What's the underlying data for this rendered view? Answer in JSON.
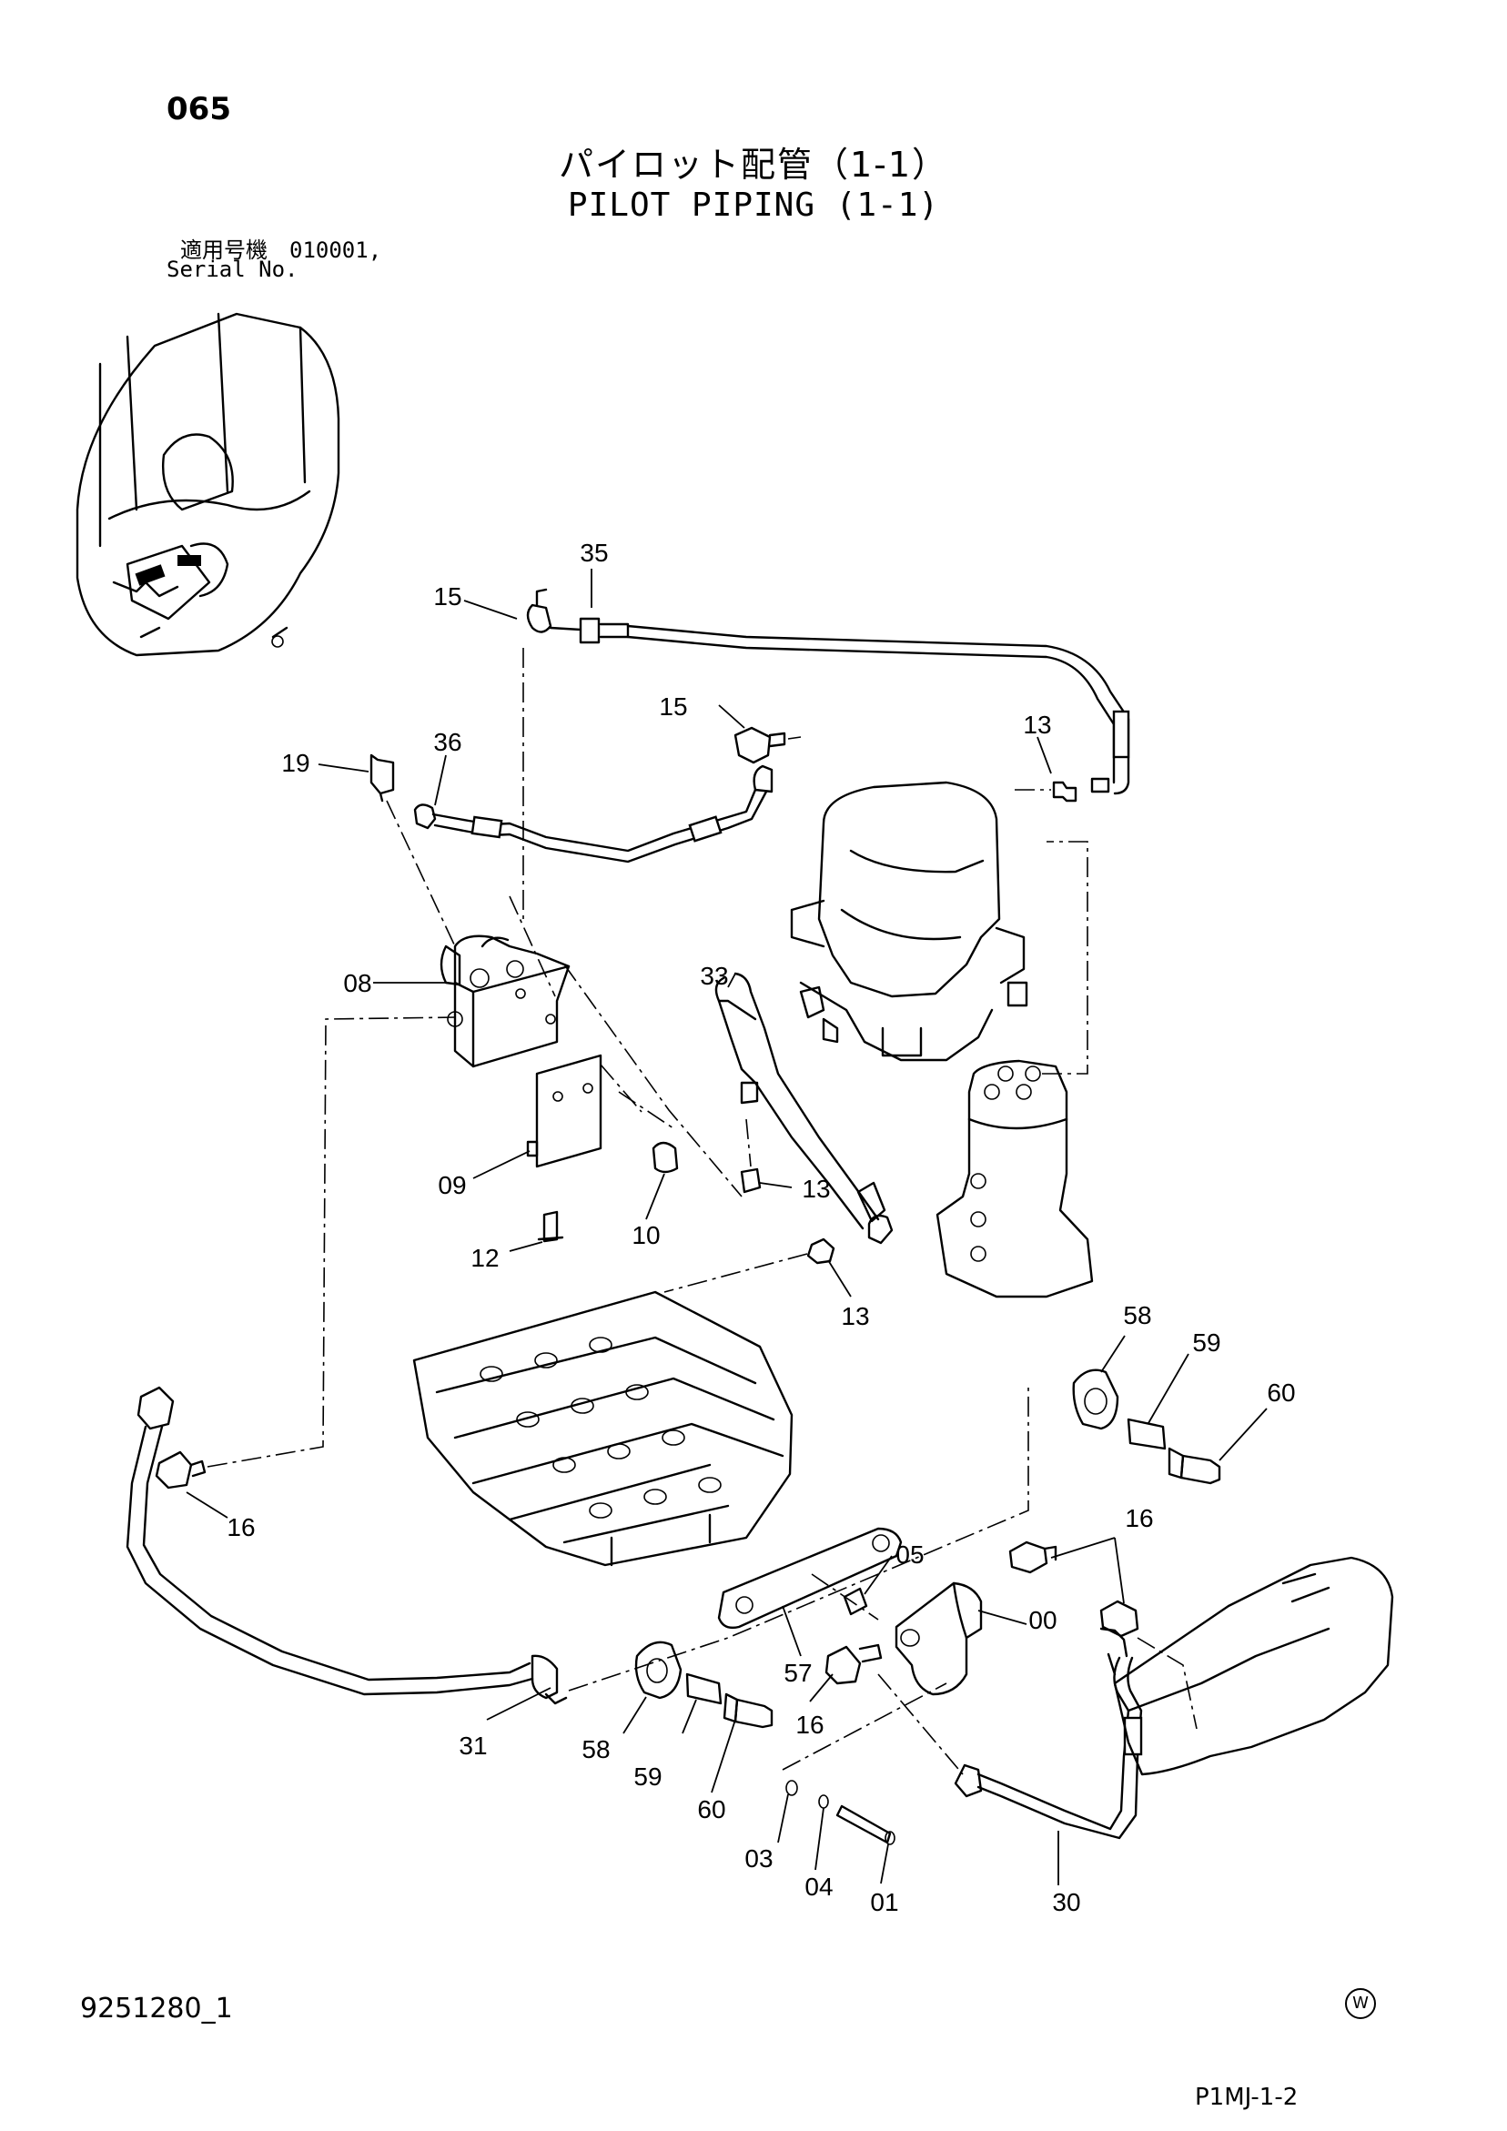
{
  "page_number": "065",
  "title_jp": "パイロット配管（1-1）",
  "title_en": "PILOT PIPING (1-1)",
  "serial_label_jp": "適用号機　010001,",
  "serial_label_en": "Serial No.",
  "doc_number": "9251280_1",
  "sheet_code": "P1MJ-1-2",
  "watermark_symbol": "W",
  "callouts": {
    "c35": "35",
    "c15a": "15",
    "c15b": "15",
    "c13a": "13",
    "c19": "19",
    "c36": "36",
    "c08": "08",
    "c33": "33",
    "c09": "09",
    "c10": "10",
    "c13b": "13",
    "c12": "12",
    "c13c": "13",
    "c58a": "58",
    "c59a": "59",
    "c60a": "60",
    "c16a": "16",
    "c16b": "16",
    "c05": "05",
    "c00": "00",
    "c57": "57",
    "c16c": "16",
    "c31": "31",
    "c58b": "58",
    "c59b": "59",
    "c60b": "60",
    "c03": "03",
    "c04": "04",
    "c01": "01",
    "c30": "30"
  }
}
